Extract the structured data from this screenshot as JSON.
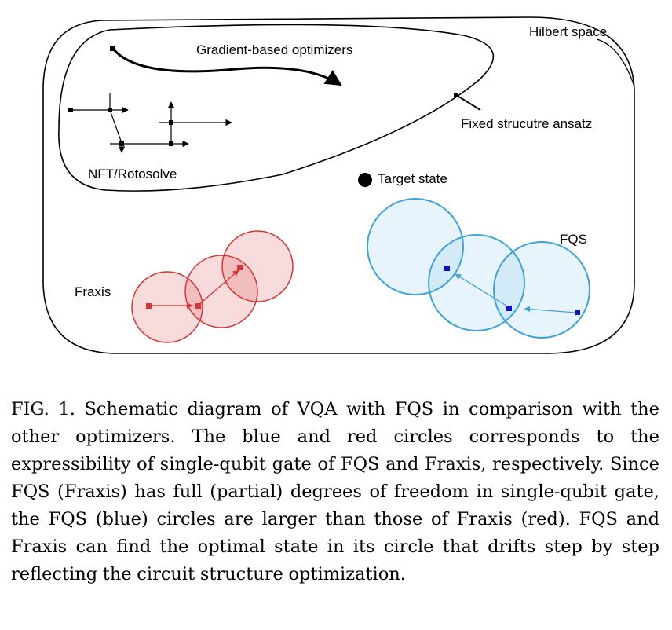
{
  "labels": {
    "hilbert_space": "Hilbert space",
    "gradient": "Gradient-based optimizers",
    "fixed_ansatz": "Fixed strucutre ansatz",
    "nft": "NFT/Rotosolve",
    "target": "Target state",
    "fqs": "FQS",
    "fraxis": "Fraxis"
  },
  "caption": "FIG. 1. Schematic diagram of VQA with FQS in comparison with the other optimizers. The blue and red circles corresponds to the expressibility of single-qubit gate of FQS and Fraxis, respectively. Since FQS (Fraxis) has full (partial) degrees of freedom in single-qubit gate, the FQS (blue) circles are larger than those of Fraxis (red). FQS and Fraxis can find the optimal state in its circle that drifts step by step reflecting the circuit structure optimization.",
  "colors": {
    "red": "#d93535",
    "red_fill": "#f7dcdc",
    "blue": "#3fa3dc",
    "blue_fill": "#e3f2fb",
    "blue_dot": "#1010c8",
    "line": "#000000"
  }
}
